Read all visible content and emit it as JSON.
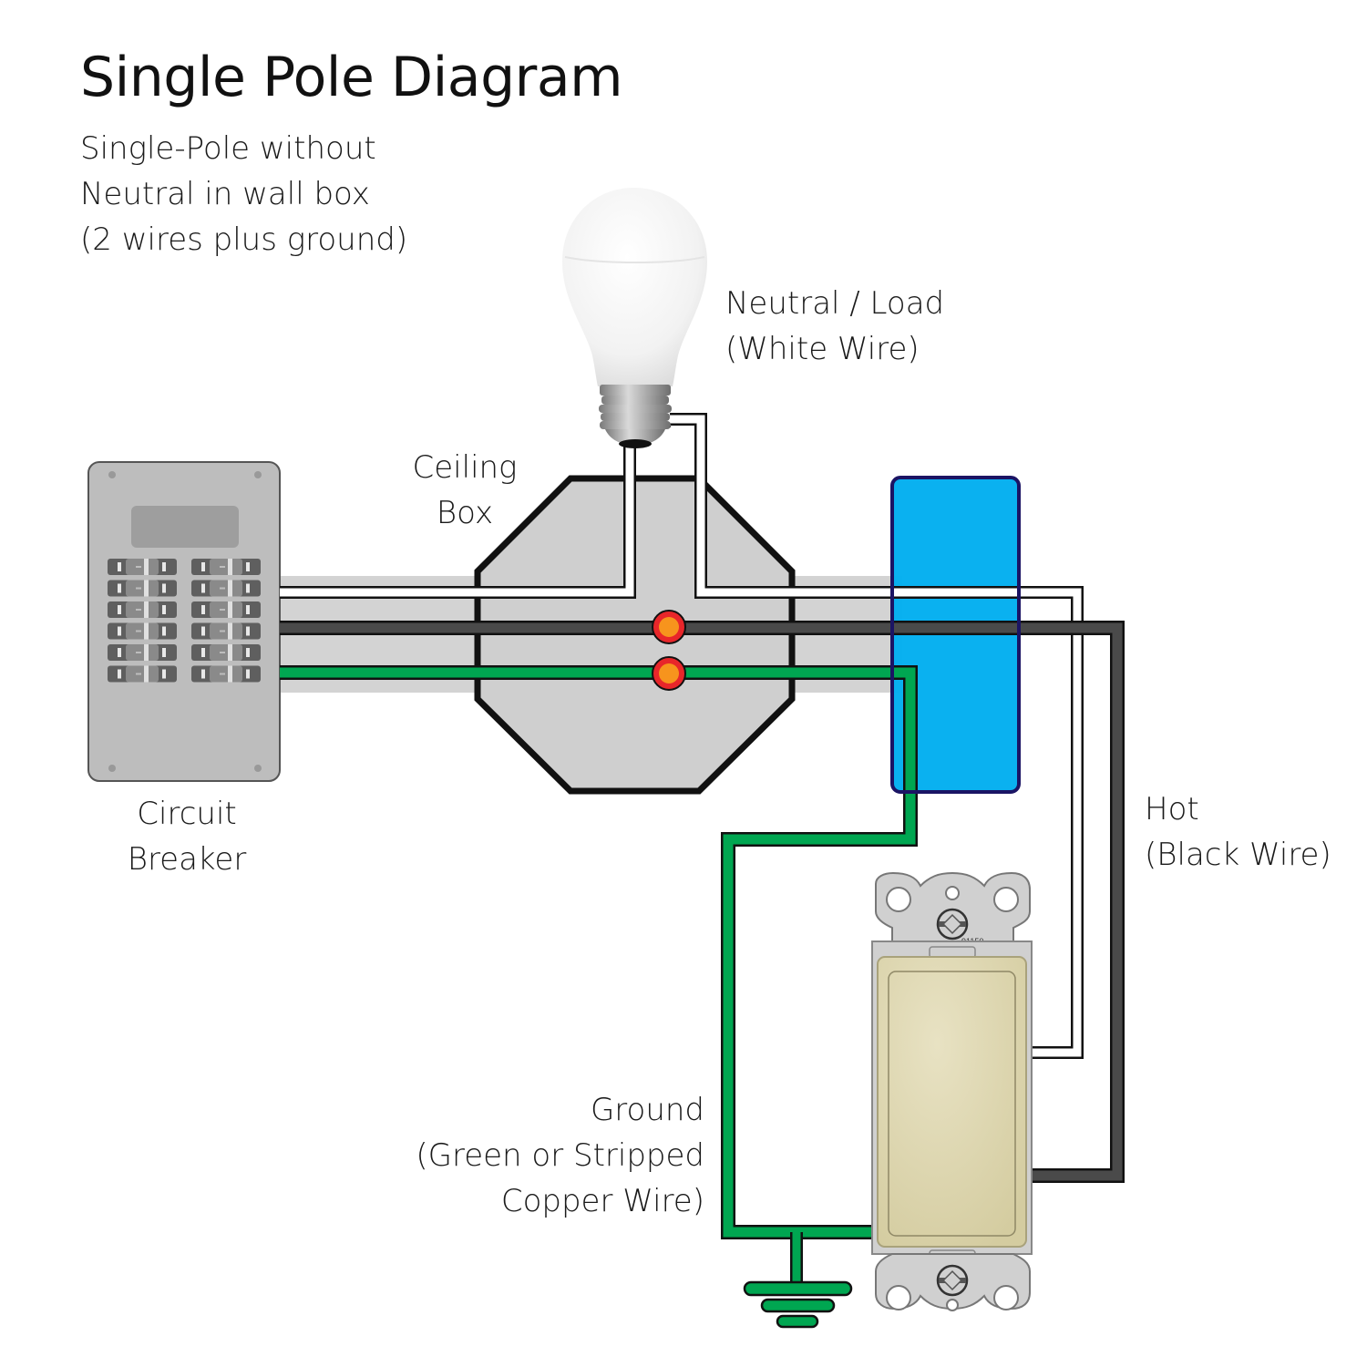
{
  "title": "Single Pole Diagram",
  "subtitle": [
    "Single-Pole without",
    "Neutral in wall box",
    "(2 wires plus ground)"
  ],
  "labels": {
    "neutral_load": [
      "Neutral / Load",
      "(White Wire)"
    ],
    "ceiling_box": [
      "Ceiling",
      "Box"
    ],
    "circuit_breaker": [
      "Circuit",
      "Breaker"
    ],
    "hot": [
      "Hot",
      "(Black Wire)"
    ],
    "ground": [
      "Ground",
      "(Green or Stripped",
      "Copper Wire)"
    ]
  },
  "switch_model": "91150",
  "breaker_panel": {
    "columns": 2,
    "rows": 6
  },
  "colors": {
    "neutral_wire": "#ffffff",
    "hot_wire": "#4a4a4a",
    "ground_wire": "#00a651",
    "wall_box": "#00aeef",
    "wall_box_outline": "#1b1464",
    "ceiling_box": "#cfcfcf",
    "wire_nut_outer": "#e8262a",
    "wire_nut_inner": "#f7941d",
    "switch_paddle": "#ddd6ad",
    "conduit": "#d3d3d3"
  }
}
